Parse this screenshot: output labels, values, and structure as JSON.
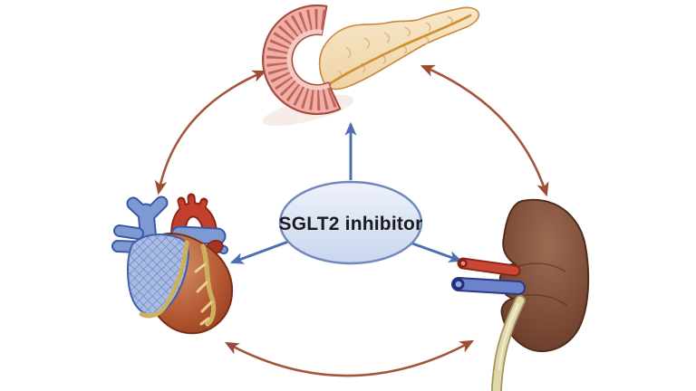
{
  "figure": {
    "type": "medical-cycle-diagram",
    "center_label": "SGLT2 inhibitor",
    "organs": {
      "top": "pancreas",
      "bottom_left": "heart",
      "bottom_right": "kidney"
    },
    "center_arrows": [
      {
        "from": "sglt2-inhibitor",
        "to": "pancreas",
        "style": "straight blue arrow"
      },
      {
        "from": "sglt2-inhibitor",
        "to": "heart",
        "style": "straight blue arrow"
      },
      {
        "from": "sglt2-inhibitor",
        "to": "kidney",
        "style": "straight blue arrow"
      }
    ],
    "cycle_arrows": [
      {
        "between": [
          "heart",
          "pancreas"
        ],
        "style": "curved red double-headed arrow"
      },
      {
        "between": [
          "pancreas",
          "kidney"
        ],
        "style": "curved red double-headed arrow"
      },
      {
        "between": [
          "heart",
          "kidney"
        ],
        "style": "curved red double-headed arrow"
      }
    ],
    "colors": {
      "background": "#ffffff",
      "ellipse_fill_top": "#eef2fa",
      "ellipse_fill_bottom": "#c9d6ef",
      "ellipse_border": "#7087bb",
      "label_text": "#1b1b1f",
      "blue_arrows": "#4b6fb2",
      "red_arrows": "#a4553b",
      "pancreas_body": "#f4dcb2",
      "duodenum": "#eeafa7",
      "heart_muscle": "#b65c35",
      "heart_vessels_blue": "#7e9ad2",
      "aorta_red": "#c4402e",
      "coronary_yellow": "#e9d28e",
      "kidney_body": "#7a4a36",
      "renal_artery": "#c84736",
      "renal_vein": "#6d83c9",
      "ureter": "#e0d7ab"
    }
  }
}
